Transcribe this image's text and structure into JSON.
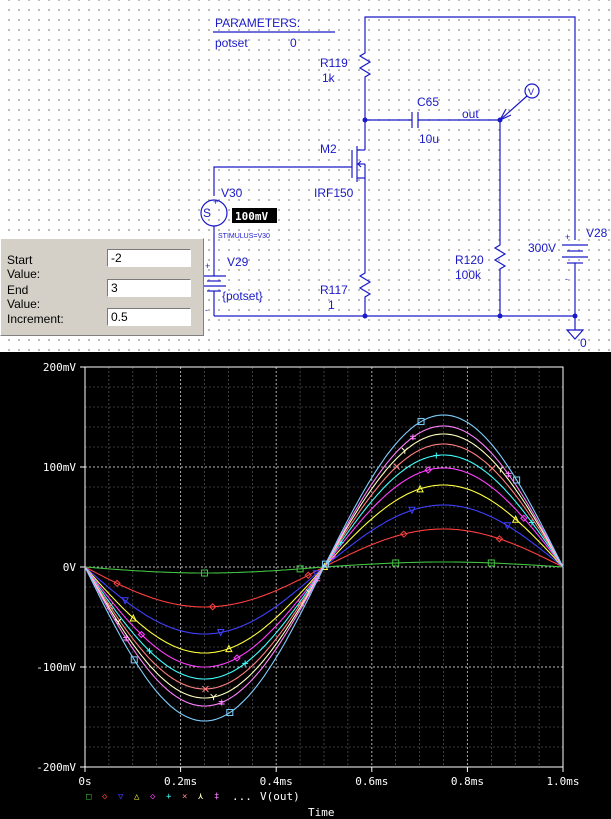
{
  "schematic": {
    "params_title": "PARAMETERS:",
    "param_name": "potset",
    "param_value": "0",
    "r119_name": "R119",
    "r119_value": "1k",
    "c65_name": "C65",
    "c65_value": "10u",
    "net_out": "out",
    "probe_label": "V",
    "m2_name": "M2",
    "m2_model": "IRF150",
    "v30_name": "V30",
    "v30_amplitude": "100mV",
    "v30_stimulus": "STIMULUS=V30",
    "v30_symbol": "S",
    "v29_name": "V29",
    "v29_value": "{potset}",
    "r117_name": "R117",
    "r117_value": "1",
    "r120_name": "R120",
    "r120_value": "100k",
    "v28_name": "V28",
    "v28_value": "300V",
    "ground_label": "0",
    "plus": "+",
    "minus": "-"
  },
  "sweep": {
    "start_label": "Start Value:",
    "start_value": "-2",
    "end_label": "End Value:",
    "end_value": "3",
    "increment_label": "Increment:",
    "increment_value": "0.5"
  },
  "chart_data": {
    "type": "line",
    "title": "",
    "xlabel": "Time",
    "ylabel": "",
    "xlim": [
      0,
      1.0
    ],
    "ylim": [
      -200,
      200
    ],
    "x_ticks": [
      "0s",
      "0.2ms",
      "0.4ms",
      "0.6ms",
      "0.8ms",
      "1.0ms"
    ],
    "y_ticks": [
      "200mV",
      "100mV",
      "0V",
      "-100mV",
      "-200mV"
    ],
    "waveform": "sine, period 1.0ms, phase inverted",
    "grid": true,
    "legend_symbols": [
      "□",
      "◇",
      "▽",
      "△",
      "◇",
      "+",
      "×",
      "⋏",
      "‡"
    ],
    "legend_ellipsis": "...",
    "legend_trace": "V(out)",
    "series": [
      {
        "color": "#40c040",
        "marker": "square",
        "amp_neg": 6,
        "amp_pos": 5
      },
      {
        "color": "#ff4040",
        "marker": "diamond",
        "amp_neg": 40,
        "amp_pos": 38
      },
      {
        "color": "#4040ff",
        "marker": "triangle-down",
        "amp_neg": 67,
        "amp_pos": 62
      },
      {
        "color": "#ffff40",
        "marker": "triangle-up",
        "amp_neg": 86,
        "amp_pos": 82
      },
      {
        "color": "#ff40ff",
        "marker": "diamond",
        "amp_neg": 100,
        "amp_pos": 99
      },
      {
        "color": "#40ffff",
        "marker": "plus",
        "amp_neg": 112,
        "amp_pos": 112
      },
      {
        "color": "#ff8080",
        "marker": "x",
        "amp_neg": 122,
        "amp_pos": 123
      },
      {
        "color": "#ffffc0",
        "marker": "y",
        "amp_neg": 131,
        "amp_pos": 133
      },
      {
        "color": "#ff80ff",
        "marker": "dagger",
        "amp_neg": 139,
        "amp_pos": 141
      },
      {
        "color": "#80d0ff",
        "marker": "square",
        "amp_neg": 154,
        "amp_pos": 152
      }
    ]
  }
}
